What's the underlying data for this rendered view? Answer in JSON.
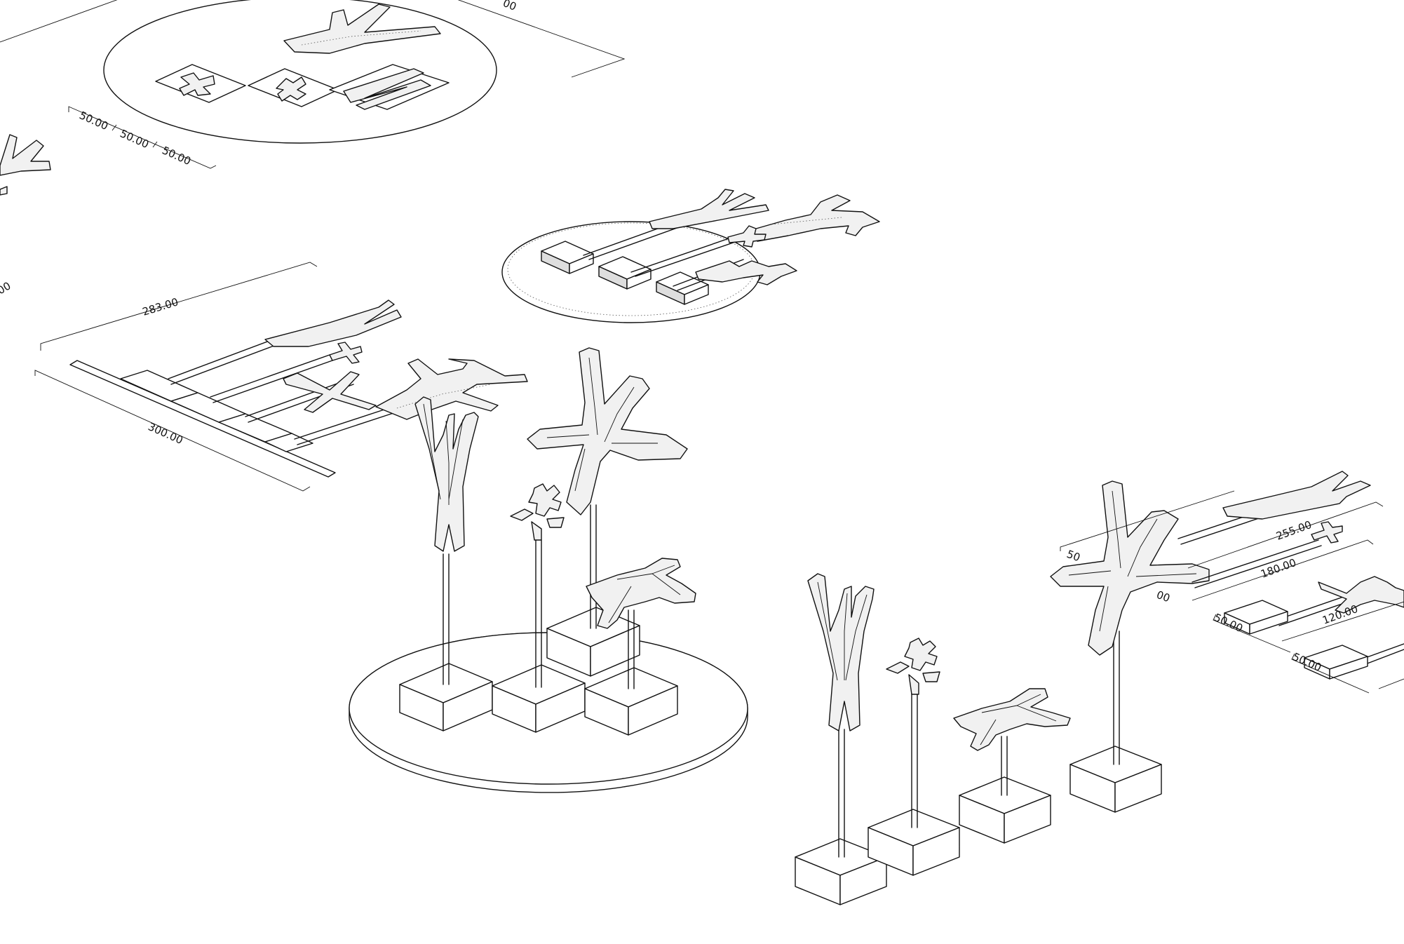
{
  "drawing": {
    "colors": {
      "ink": "#111111",
      "paper": "#ffffff",
      "shade": "#f1f1f1"
    },
    "dimensions": {
      "tray_top_a": "50.00",
      "tray_top_b": "50.00",
      "tray_top_c": "50.00",
      "top_edge_right": "00",
      "left_edge": "00",
      "rail_upper": "283.00",
      "rail_lower": "300.00",
      "right_255": "255.00",
      "right_180": "180.00",
      "right_120": "120.00",
      "right_50_top": "50",
      "right_50_mid": "50.00",
      "right_50_bottom": "50.00",
      "right_00": "00"
    }
  }
}
